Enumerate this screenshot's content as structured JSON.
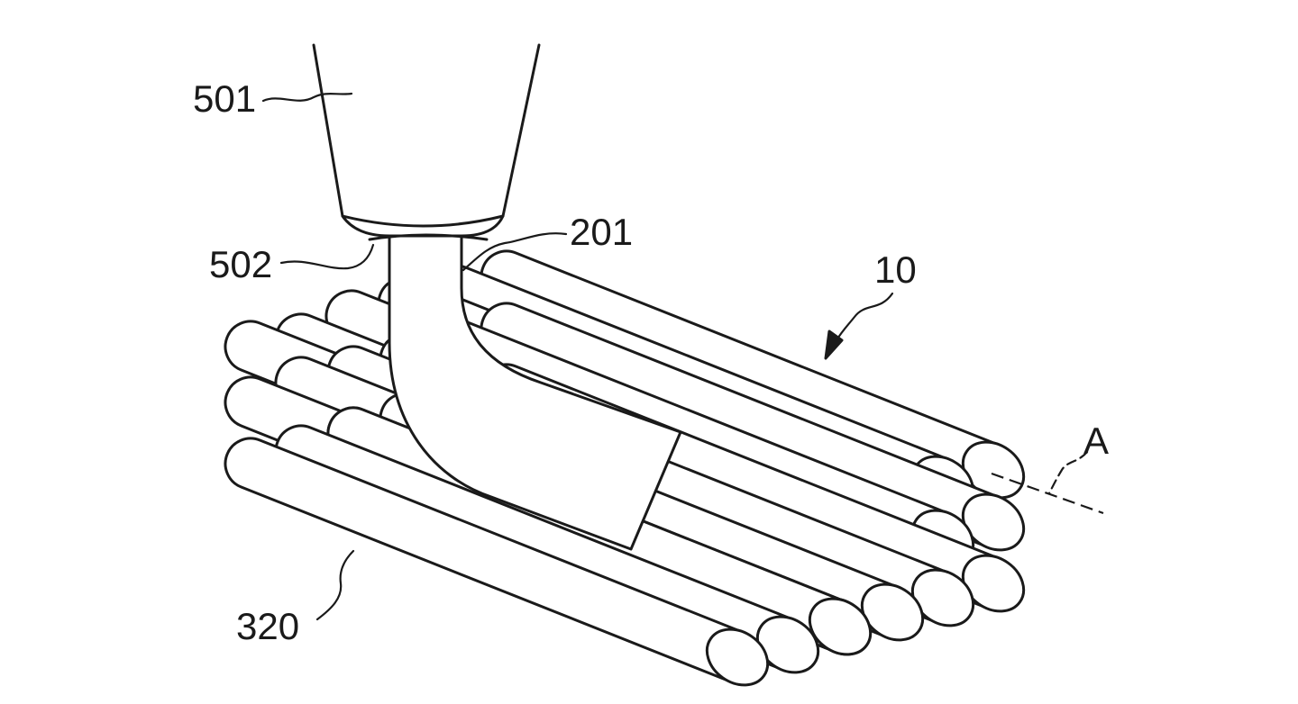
{
  "figure": {
    "labels": {
      "nozzle": "501",
      "nozzle_tip": "502",
      "strand": "201",
      "assembly": "10",
      "axis": "A",
      "rod_bundle": "320"
    }
  }
}
